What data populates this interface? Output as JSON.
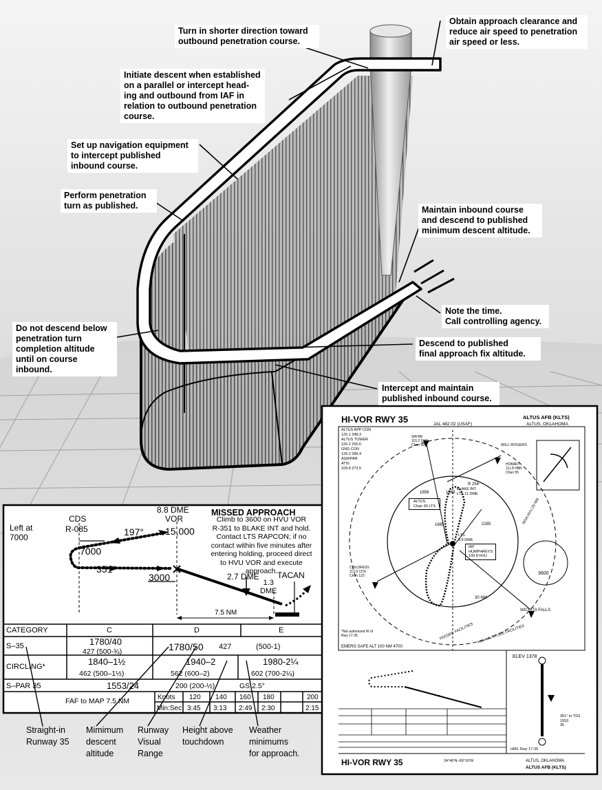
{
  "callouts": {
    "c1": "Turn in shorter direction toward\noutbound penetration course.",
    "c2": "Obtain approach clearance and\nreduce air speed to penetration\nair speed or less.",
    "c3": "Initiate descent when established\non a parallel or intercept head-\ning and outbound from IAF in\nrelation to outbound penetration\ncourse.",
    "c4": "Set up navigation equipment\nto intercept published\ninbound course.",
    "c5": "Perform penetration\nturn as published.",
    "c6": "Maintain inbound course\nand descend to published\nminimum descent altitude.",
    "c7": "Note the time.\nCall controlling agency.",
    "c8": "Do not descend below\npenetration turn\ncompletion altitude\nuntil on course\ninbound.",
    "c9": "Descend to published\nfinal approach fix altitude.",
    "c10": "Intercept and maintain\npublished inbound course."
  },
  "profile": {
    "cds": "CDS",
    "cds_radial": "R-085",
    "left_at": "Left at\n7000",
    "dme88": "8.8 DME",
    "vor": "VOR",
    "alt15000": "15,000",
    "alt7000": "7000",
    "alt3000": "3000",
    "hdg197": "197°",
    "hdg351": "351°",
    "dme27": "2.7 DME",
    "dme13": "1.3\nDME",
    "tacan": "TACAN",
    "dist75": "7.5 NM",
    "missed_title": "MISSED APPROACH",
    "missed_text": "Climb to 3600 on HVU VOR\nR-351 to BLAKE INT and hold.\nContact LTS RAPCON; if no\ncontact within five minutes after\nentering holding, proceed direct\nto HVU VOR and execute\napproach."
  },
  "minima": {
    "header": [
      "CATEGORY",
      "C",
      "D",
      "E"
    ],
    "s35_label": "S–35",
    "s35_c_top": "1780/40",
    "s35_c_bot": "427   (500-¾)",
    "s35_d": "1780/50",
    "s35_d2": "427",
    "s35_e": "(500-1)",
    "circ_label": "CIRCLING*",
    "circ_c_top": "1840–1½",
    "circ_c_bot": "462   (500–1½)",
    "circ_d_top": "1940–2",
    "circ_d_bot": "562   (600–2)",
    "circ_e_top": "1980-2¼",
    "circ_e_bot": "602   (700-2¼)",
    "spar_label": "S–PAR 35",
    "spar_val": "1553/24",
    "spar_mid": "200   (200-½)",
    "spar_gs": "GS 2.5°",
    "faf": "FAF to MAP 7.5 NM",
    "knots_label": "Knots",
    "knots": [
      "120",
      "140",
      "160",
      "180",
      "200"
    ],
    "minsec_label": "Min:Sec",
    "minsec": [
      "3:45",
      "3:13",
      "2:49",
      "2:30",
      "2:15"
    ]
  },
  "bottom_labels": {
    "l1": "Straight-in\nRunway 35",
    "l2": "Mimimum\ndescent\naltitude",
    "l3": "Runway\nVisual\nRange",
    "l4": "Height above\ntouchdown",
    "l5": "Weather\nminimums\nfor approach."
  },
  "plate": {
    "title": "HI-VOR RWY 35",
    "airport": "ALTUS AFB (KLTS)",
    "city": "ALTUS, OKLAHOMA",
    "jal": "JAL 482.02 (USAF)",
    "comms": "ALTUS APP CON\n125.1  348.3\nALTUS TOWER\n126.2  255.6\nGND CON\n126.2  289.4\nASR/PAR\nATIS\n109.8  273.5",
    "sayre": "SAYRE\n115.2 SYO\nChan 99",
    "will_rogers": "WILL ROGERS",
    "hobart": "HOBART\n111.8 HBR\nChan 55",
    "blake": "BLAKE INT\nLTS 11 DME",
    "altus_box": "ALTUS\nChan 30 LTS",
    "iaf": "IAF\nHUMPHREYS\n109.8 HVU",
    "lts88": "LTS\n8.8 DME",
    "childress": "CHILDRESS\n117.6 CDS\nChan 123",
    "msa": "MSA HVU 25 NM",
    "msa_alt": "3600",
    "wichita": "WICHITA FALLS",
    "feeder": "FEEDER FACILITIES",
    "high_alt": "HIGH ALTITUDE FACILITIES",
    "nm30": "30 NM",
    "r254": "R 254",
    "elev1858": "1858",
    "elev1869": "1869",
    "elev1685": "1685",
    "elev2285": "2285",
    "not_auth": "*Not authorized W of\nRwy 17-35",
    "emerg": "EMERG SAFE ALT 100 NM 4700",
    "elev": "ELEV  1378",
    "hirl": "HIRL Rwy 17-35",
    "from_vor": "351° to TDZ\n1553\n35",
    "coords": "34°40'N–99°16'W",
    "bottom_title": "HI-VOR RWY 35",
    "bottom_city": "ALTUS, OKLAHOMA",
    "bottom_airport": "ALTUS AFB (KLTS)"
  },
  "colors": {
    "ink": "#000000",
    "sky": "#e2e2e2",
    "floor": "#dadada",
    "floor_grid": "#9a9a9a",
    "panel": "#ffffff"
  }
}
